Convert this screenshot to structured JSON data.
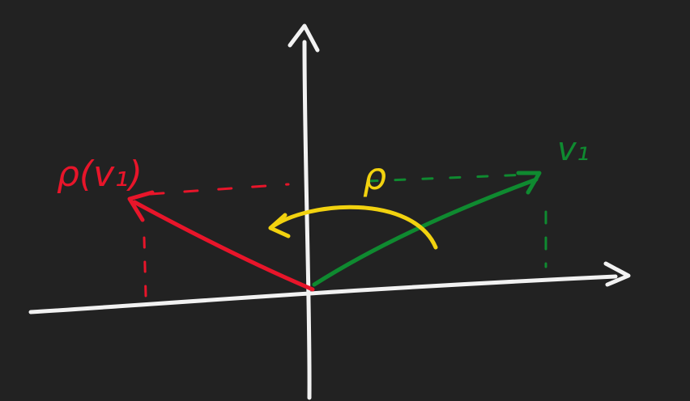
{
  "canvas": {
    "background": "#222222"
  },
  "colors": {
    "axes": "#f2f2f2",
    "original_vector": "#0f8a30",
    "rotated_vector": "#e8152a",
    "rotation_arrow": "#f2d20f"
  },
  "labels": {
    "original_vector": "v₁",
    "rotated_vector": "ρ(v₁)",
    "rotation": "ρ"
  },
  "icons": {
    "axis_arrowheads": "arrow-head-icon"
  }
}
